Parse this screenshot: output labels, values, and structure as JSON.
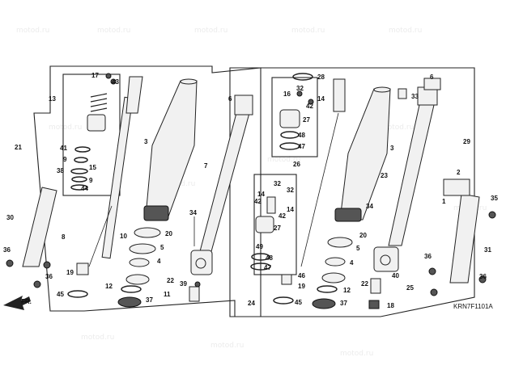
{
  "watermark": "motod.ru",
  "diagram_code": "KRN7F1101A",
  "direction_label": "FR.",
  "callouts": {
    "c1": "1",
    "c2": "2",
    "c3a": "3",
    "c3b": "3",
    "c4a": "4",
    "c4b": "4",
    "c5a": "5",
    "c5b": "5",
    "c6a": "6",
    "c6b": "6",
    "c7": "7",
    "c8": "8",
    "c9a": "9",
    "c9b": "9",
    "c10": "10",
    "c11": "11",
    "c12a": "12",
    "c12b": "12",
    "c13": "13",
    "c14a": "14",
    "c14b": "14",
    "c14c": "14",
    "c15": "15",
    "c16": "16",
    "c17": "17",
    "c18": "18",
    "c19a": "19",
    "c19b": "19",
    "c20a": "20",
    "c20b": "20",
    "c21": "21",
    "c22a": "22",
    "c22b": "22",
    "c23": "23",
    "c24": "24",
    "c25": "25",
    "c26": "26",
    "c27a": "27",
    "c27b": "27",
    "c28": "28",
    "c29": "29",
    "c30": "30",
    "c31": "31",
    "c32a": "32",
    "c32b": "32",
    "c32c": "32",
    "c33": "33",
    "c34a": "34",
    "c34b": "34",
    "c35": "35",
    "c36a": "36",
    "c36b": "36",
    "c36c": "36",
    "c36d": "36",
    "c37a": "37",
    "c37b": "37",
    "c38": "38",
    "c39": "39",
    "c40": "40",
    "c41": "41",
    "c42a": "42",
    "c42b": "42",
    "c42c": "42",
    "c43": "43",
    "c44": "44",
    "c45a": "45",
    "c45b": "45",
    "c46": "46",
    "c47a": "47",
    "c47b": "47",
    "c48a": "48",
    "c48b": "48",
    "c49": "49"
  }
}
